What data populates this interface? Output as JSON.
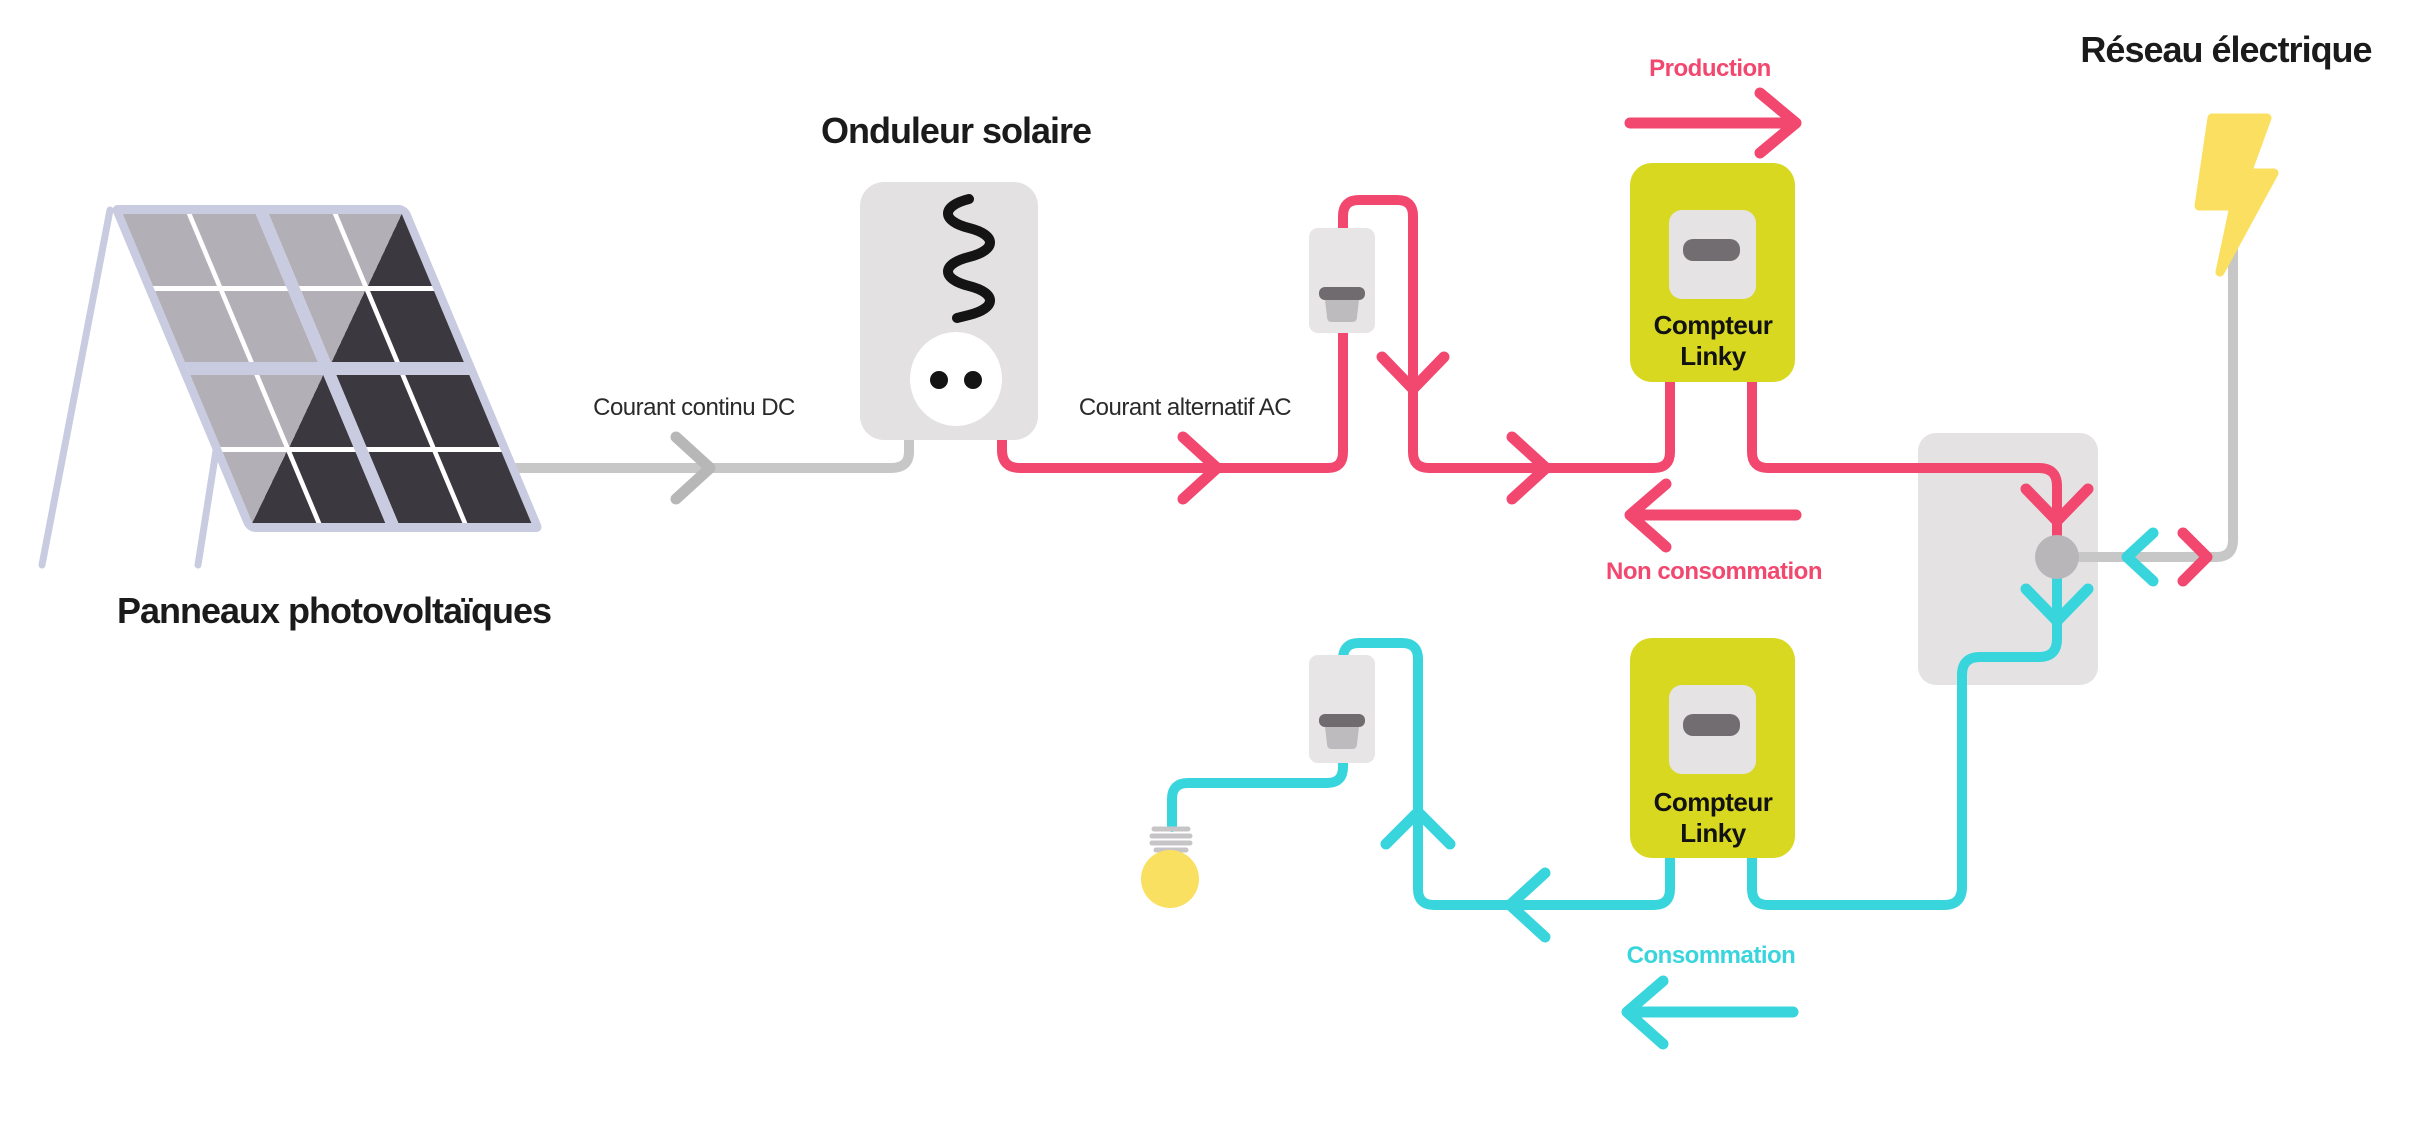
{
  "diagram": {
    "titles": {
      "panels": "Panneaux photovoltaïques",
      "inverter": "Onduleur solaire",
      "grid": "Réseau électrique"
    },
    "wire_labels": {
      "dc": "Courant continu DC",
      "ac": "Courant alternatif AC"
    },
    "flow_labels": {
      "production": "Production",
      "non_consumption": "Non consommation",
      "consumption": "Consommation"
    },
    "meters": {
      "production_meter": {
        "line1": "Compteur",
        "line2": "Linky"
      },
      "consumption_meter": {
        "line1": "Compteur",
        "line2": "Linky"
      }
    },
    "colors": {
      "production_pink": "#F2476E",
      "consumption_cyan": "#38D5DD",
      "meter_yellow_green": "#D8D821",
      "energy_yellow": "#FADF60",
      "wire_gray": "#C7C7C7",
      "device_gray": "#E3E1E2",
      "switch_dark_gray": "#6F6B6F",
      "panel_light_cell": "#B3AFB7",
      "panel_dark_cell": "#3B383F",
      "panel_frame": "#C9CBE0"
    }
  }
}
